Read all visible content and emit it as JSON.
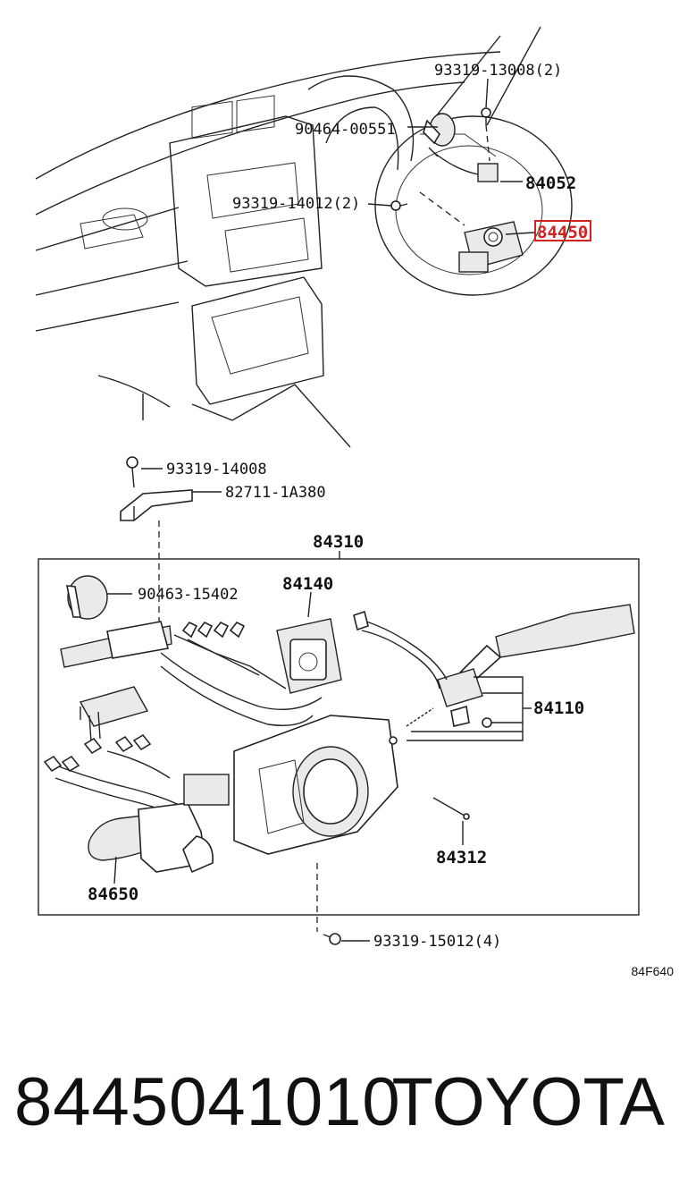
{
  "diagram": {
    "labels": {
      "p93319_13008": "93319-13008(2)",
      "p90464_00551": "90464-00551",
      "p84052": "84052",
      "p93319_14012": "93319-14012(2)",
      "p84450": "84450",
      "p93319_14008": "93319-14008",
      "p82711_1A380": "82711-1A380",
      "p84310": "84310",
      "p90463_15402": "90463-15402",
      "p84140": "84140",
      "p84110": "84110",
      "p84312": "84312",
      "p84650": "84650",
      "p93319_15012": "93319-15012(4)"
    },
    "diagram_code": "84F640",
    "highlight_color": "#d32020"
  },
  "footer": {
    "part_number": "8445041010",
    "brand": "TOYOTA"
  }
}
